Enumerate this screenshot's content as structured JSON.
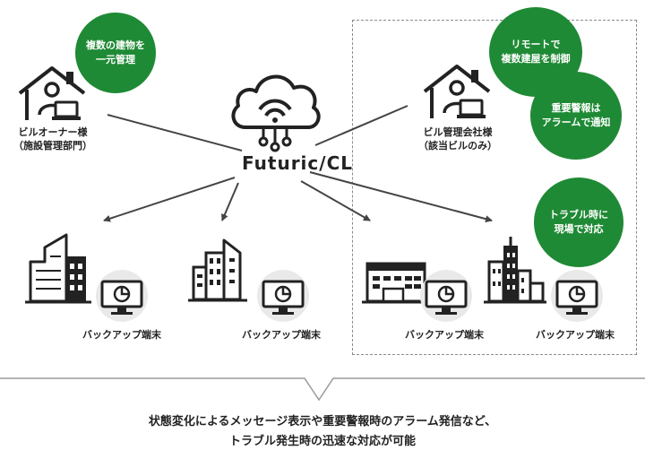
{
  "center": {
    "label": "Futuric/CL"
  },
  "owner": {
    "line1": "ビルオーナー様",
    "line2": "（施設管理部門）"
  },
  "company": {
    "line1": "ビル管理会社様",
    "line2": "（該当ビルのみ）"
  },
  "bubbles": {
    "multi_building": "複数の建物を\n一元管理",
    "remote_control": "リモートで\n複数建屋を制御",
    "alarm_notify": "重要警報は\nアラームで通知",
    "trouble": "トラブル時に\n現場で対応"
  },
  "terminals": [
    {
      "label": "バックアップ端末"
    },
    {
      "label": "バックアップ端末"
    },
    {
      "label": "バックアップ端末"
    },
    {
      "label": "バックアップ端末"
    }
  ],
  "caption": {
    "line1": "状態変化によるメッセージ表示や重要警報時のアラーム発信など、",
    "line2": "トラブル発生時の迅速な対応が可能"
  },
  "colors": {
    "green": "#1f8a35",
    "dark": "#222222",
    "grey_circle": "#e9e9e9",
    "dashed": "#8a8a8a"
  }
}
